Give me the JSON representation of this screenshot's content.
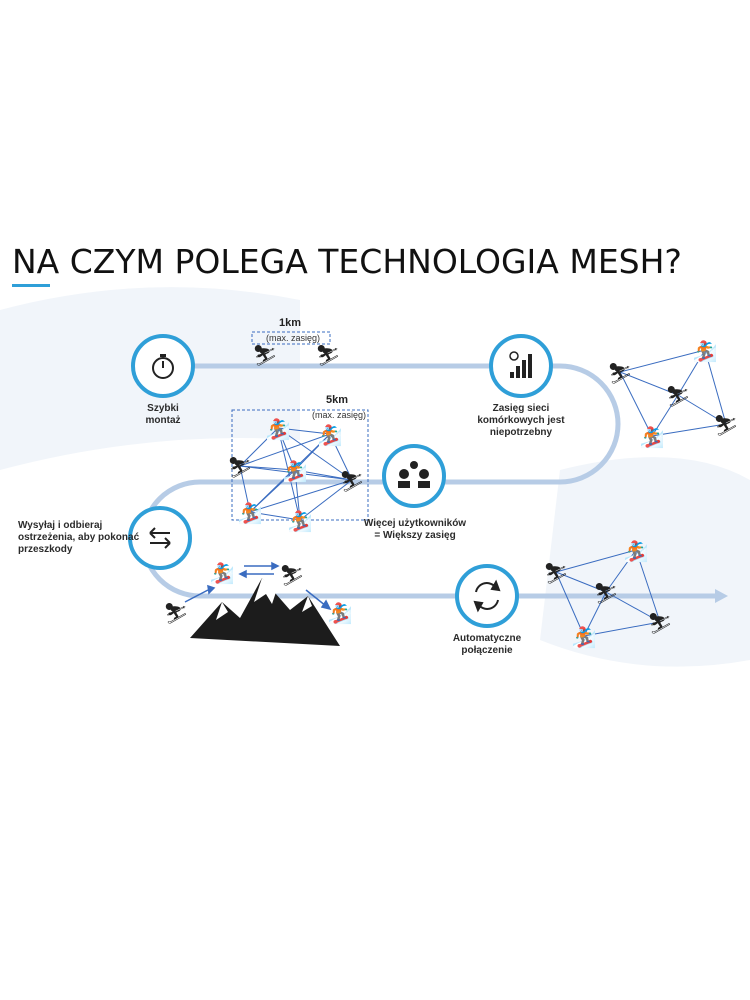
{
  "title": "NA CZYM POLEGA TECHNOLOGIA MESH?",
  "colors": {
    "accent": "#2f9fd8",
    "path": "#b7cce6",
    "mesh_line": "#3a6cc0",
    "dark": "#222222"
  },
  "range_1km": {
    "distance": "1km",
    "note": "(max. zasięg)"
  },
  "range_5km": {
    "distance": "5km",
    "note": "(max. zasięg)"
  },
  "features": {
    "quick_setup": {
      "label": "Szybki montaż",
      "icon": "stopwatch-icon"
    },
    "no_cell": {
      "label": "Zasięg sieci komórkowych jest niepotrzebny",
      "icon": "no-signal-icon"
    },
    "more_users": {
      "label": "Więcej użytkowników = Większy zasięg",
      "icon": "users-icon"
    },
    "warnings": {
      "label": "Wysyłaj i odbieraj ostrzeżenia, aby pokonać przeszkody",
      "icon": "exchange-arrows-icon"
    },
    "auto_connect": {
      "label": "Automatyczne połączenie",
      "icon": "refresh-icon"
    }
  }
}
